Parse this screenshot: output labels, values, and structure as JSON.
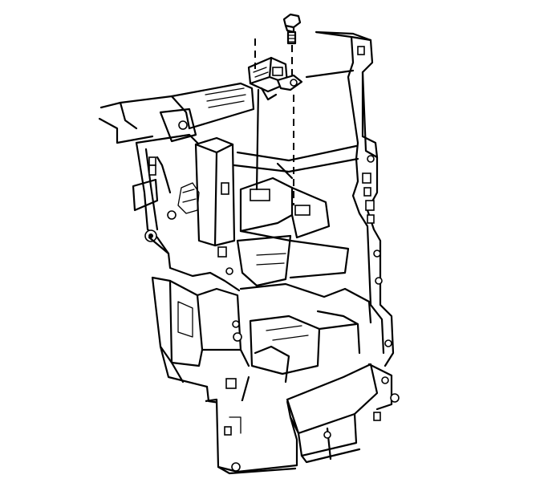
{
  "figure": {
    "parts": [
      {
        "name": "bolt"
      },
      {
        "name": "sensor-connector"
      },
      {
        "name": "mounting-bracket"
      },
      {
        "name": "instrument-panel-carrier"
      }
    ],
    "colors": {
      "stroke": "#000000",
      "background": "#ffffff"
    }
  }
}
